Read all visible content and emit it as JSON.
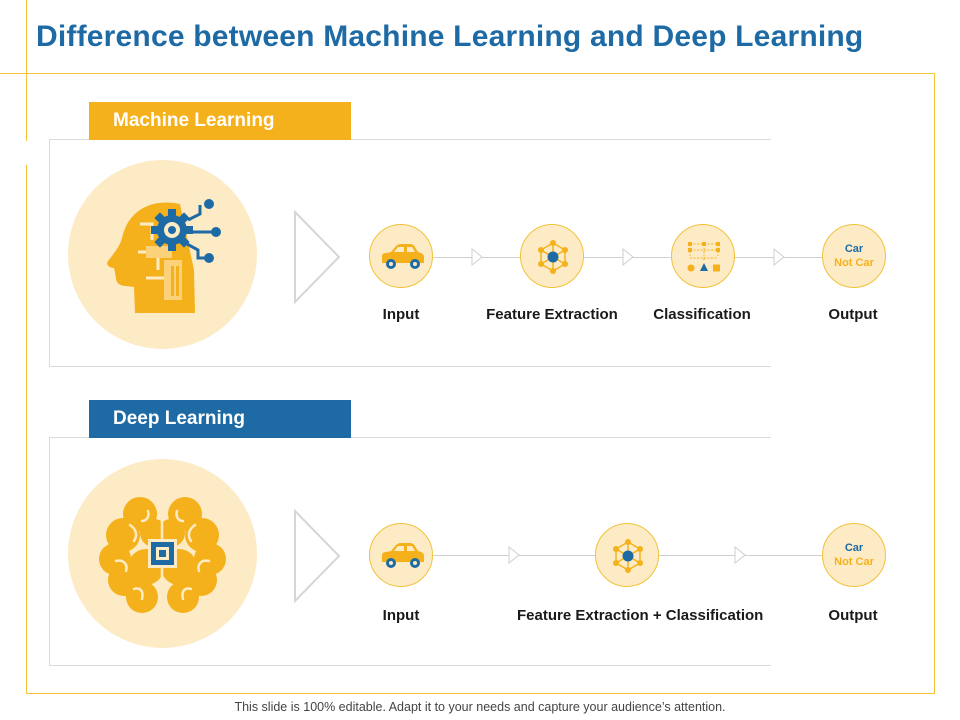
{
  "title": "Difference between Machine Learning and Deep Learning",
  "machine_learning": {
    "heading": "Machine Learning",
    "icon": "head-gear-circuit-icon",
    "steps": [
      {
        "label": "Input",
        "icon": "car-icon"
      },
      {
        "label": "Feature Extraction",
        "icon": "network-nodes-icon"
      },
      {
        "label": "Classification",
        "icon": "hierarchy-shapes-icon"
      },
      {
        "label": "Output",
        "output_lines": [
          "Car",
          "Not Car"
        ]
      }
    ]
  },
  "deep_learning": {
    "heading": "Deep Learning",
    "icon": "brain-chip-icon",
    "steps": [
      {
        "label": "Input",
        "icon": "car-icon"
      },
      {
        "label": "Feature Extraction + Classification",
        "icon": "network-nodes-icon"
      },
      {
        "label": "Output",
        "output_lines": [
          "Car",
          "Not Car"
        ]
      }
    ]
  },
  "colors": {
    "accent_yellow": "#f5b11b",
    "accent_blue": "#1d6aa5",
    "circle_fill": "#fdebc6"
  },
  "footer": "This slide is 100% editable. Adapt it to your needs and capture your audience’s attention."
}
